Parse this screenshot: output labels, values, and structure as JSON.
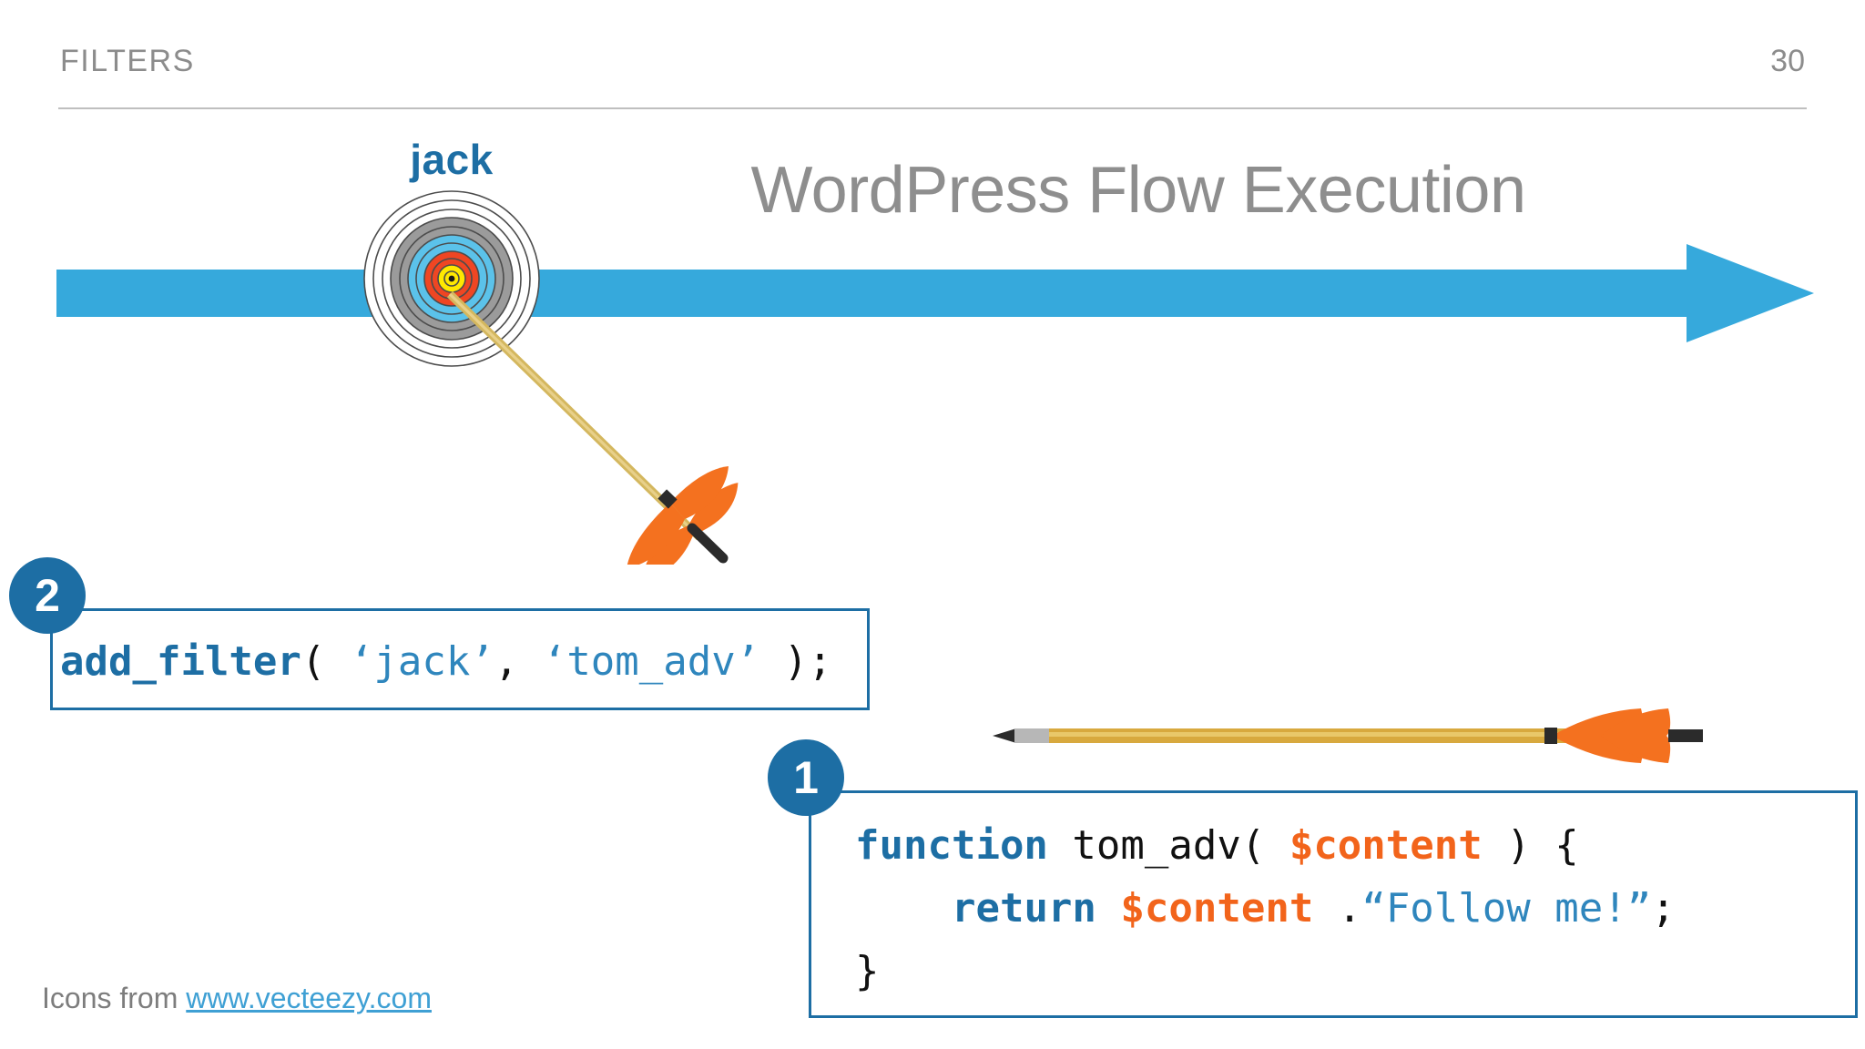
{
  "header": {
    "eyebrow": "FILTERS",
    "page_number": "30"
  },
  "title": "WordPress Flow Execution",
  "diagram": {
    "flow_arrow_color": "#36a9dc",
    "target_label": "jack",
    "target_label_color": "#1d6ea4",
    "target_rings": [
      "#ffffff",
      "#ffffff",
      "#9b9b9b",
      "#9b9b9b",
      "#5bc2ea",
      "#5bc2ea",
      "#ef4623",
      "#ef4623",
      "#ffe800",
      "#ffe800"
    ],
    "arrow_shaft_color": "#d4b75e",
    "arrow_fletching_color": "#f4711f",
    "arrow_nock_color": "#2b2b2b",
    "arrow_tip_color": "#2b2b2b",
    "arrow_ferrule_color": "#b7b7b7"
  },
  "steps": [
    {
      "badge": "1",
      "id": "code-block-1",
      "lines": [
        {
          "tokens": [
            {
              "text": "function",
              "type": "keyword"
            },
            {
              "text": " tom_adv( ",
              "type": "plain"
            },
            {
              "text": "$content",
              "type": "variable"
            },
            {
              "text": " ) {",
              "type": "plain"
            }
          ]
        },
        {
          "tokens": [
            {
              "text": "    ",
              "type": "plain"
            },
            {
              "text": "return",
              "type": "keyword"
            },
            {
              "text": " ",
              "type": "plain"
            },
            {
              "text": "$content",
              "type": "variable"
            },
            {
              "text": " .",
              "type": "plain"
            },
            {
              "text": "“Follow me!”",
              "type": "string"
            },
            {
              "text": ";",
              "type": "plain"
            }
          ]
        },
        {
          "tokens": [
            {
              "text": "}",
              "type": "plain"
            }
          ]
        }
      ],
      "plain_text": "function tom_adv( $content ) {\n    return $content .“Follow me!”;\n}"
    },
    {
      "badge": "2",
      "id": "code-block-2",
      "lines": [
        {
          "tokens": [
            {
              "text": "add_filter",
              "type": "function"
            },
            {
              "text": "( ",
              "type": "plain"
            },
            {
              "text": "‘jack’",
              "type": "string"
            },
            {
              "text": ", ",
              "type": "plain"
            },
            {
              "text": "‘tom_adv’",
              "type": "string"
            },
            {
              "text": " );",
              "type": "plain"
            }
          ]
        }
      ],
      "plain_text": "add_filter( ‘jack’, ‘tom_adv’ );"
    }
  ],
  "footer": {
    "prefix": "Icons from ",
    "link_text": "www.vecteezy.com",
    "link_color": "#3fa0d4"
  },
  "colors": {
    "accent_blue": "#1d6ea4",
    "flow_blue": "#36a9dc",
    "gray_text": "#8c8c8c",
    "orange": "#f2641b"
  }
}
